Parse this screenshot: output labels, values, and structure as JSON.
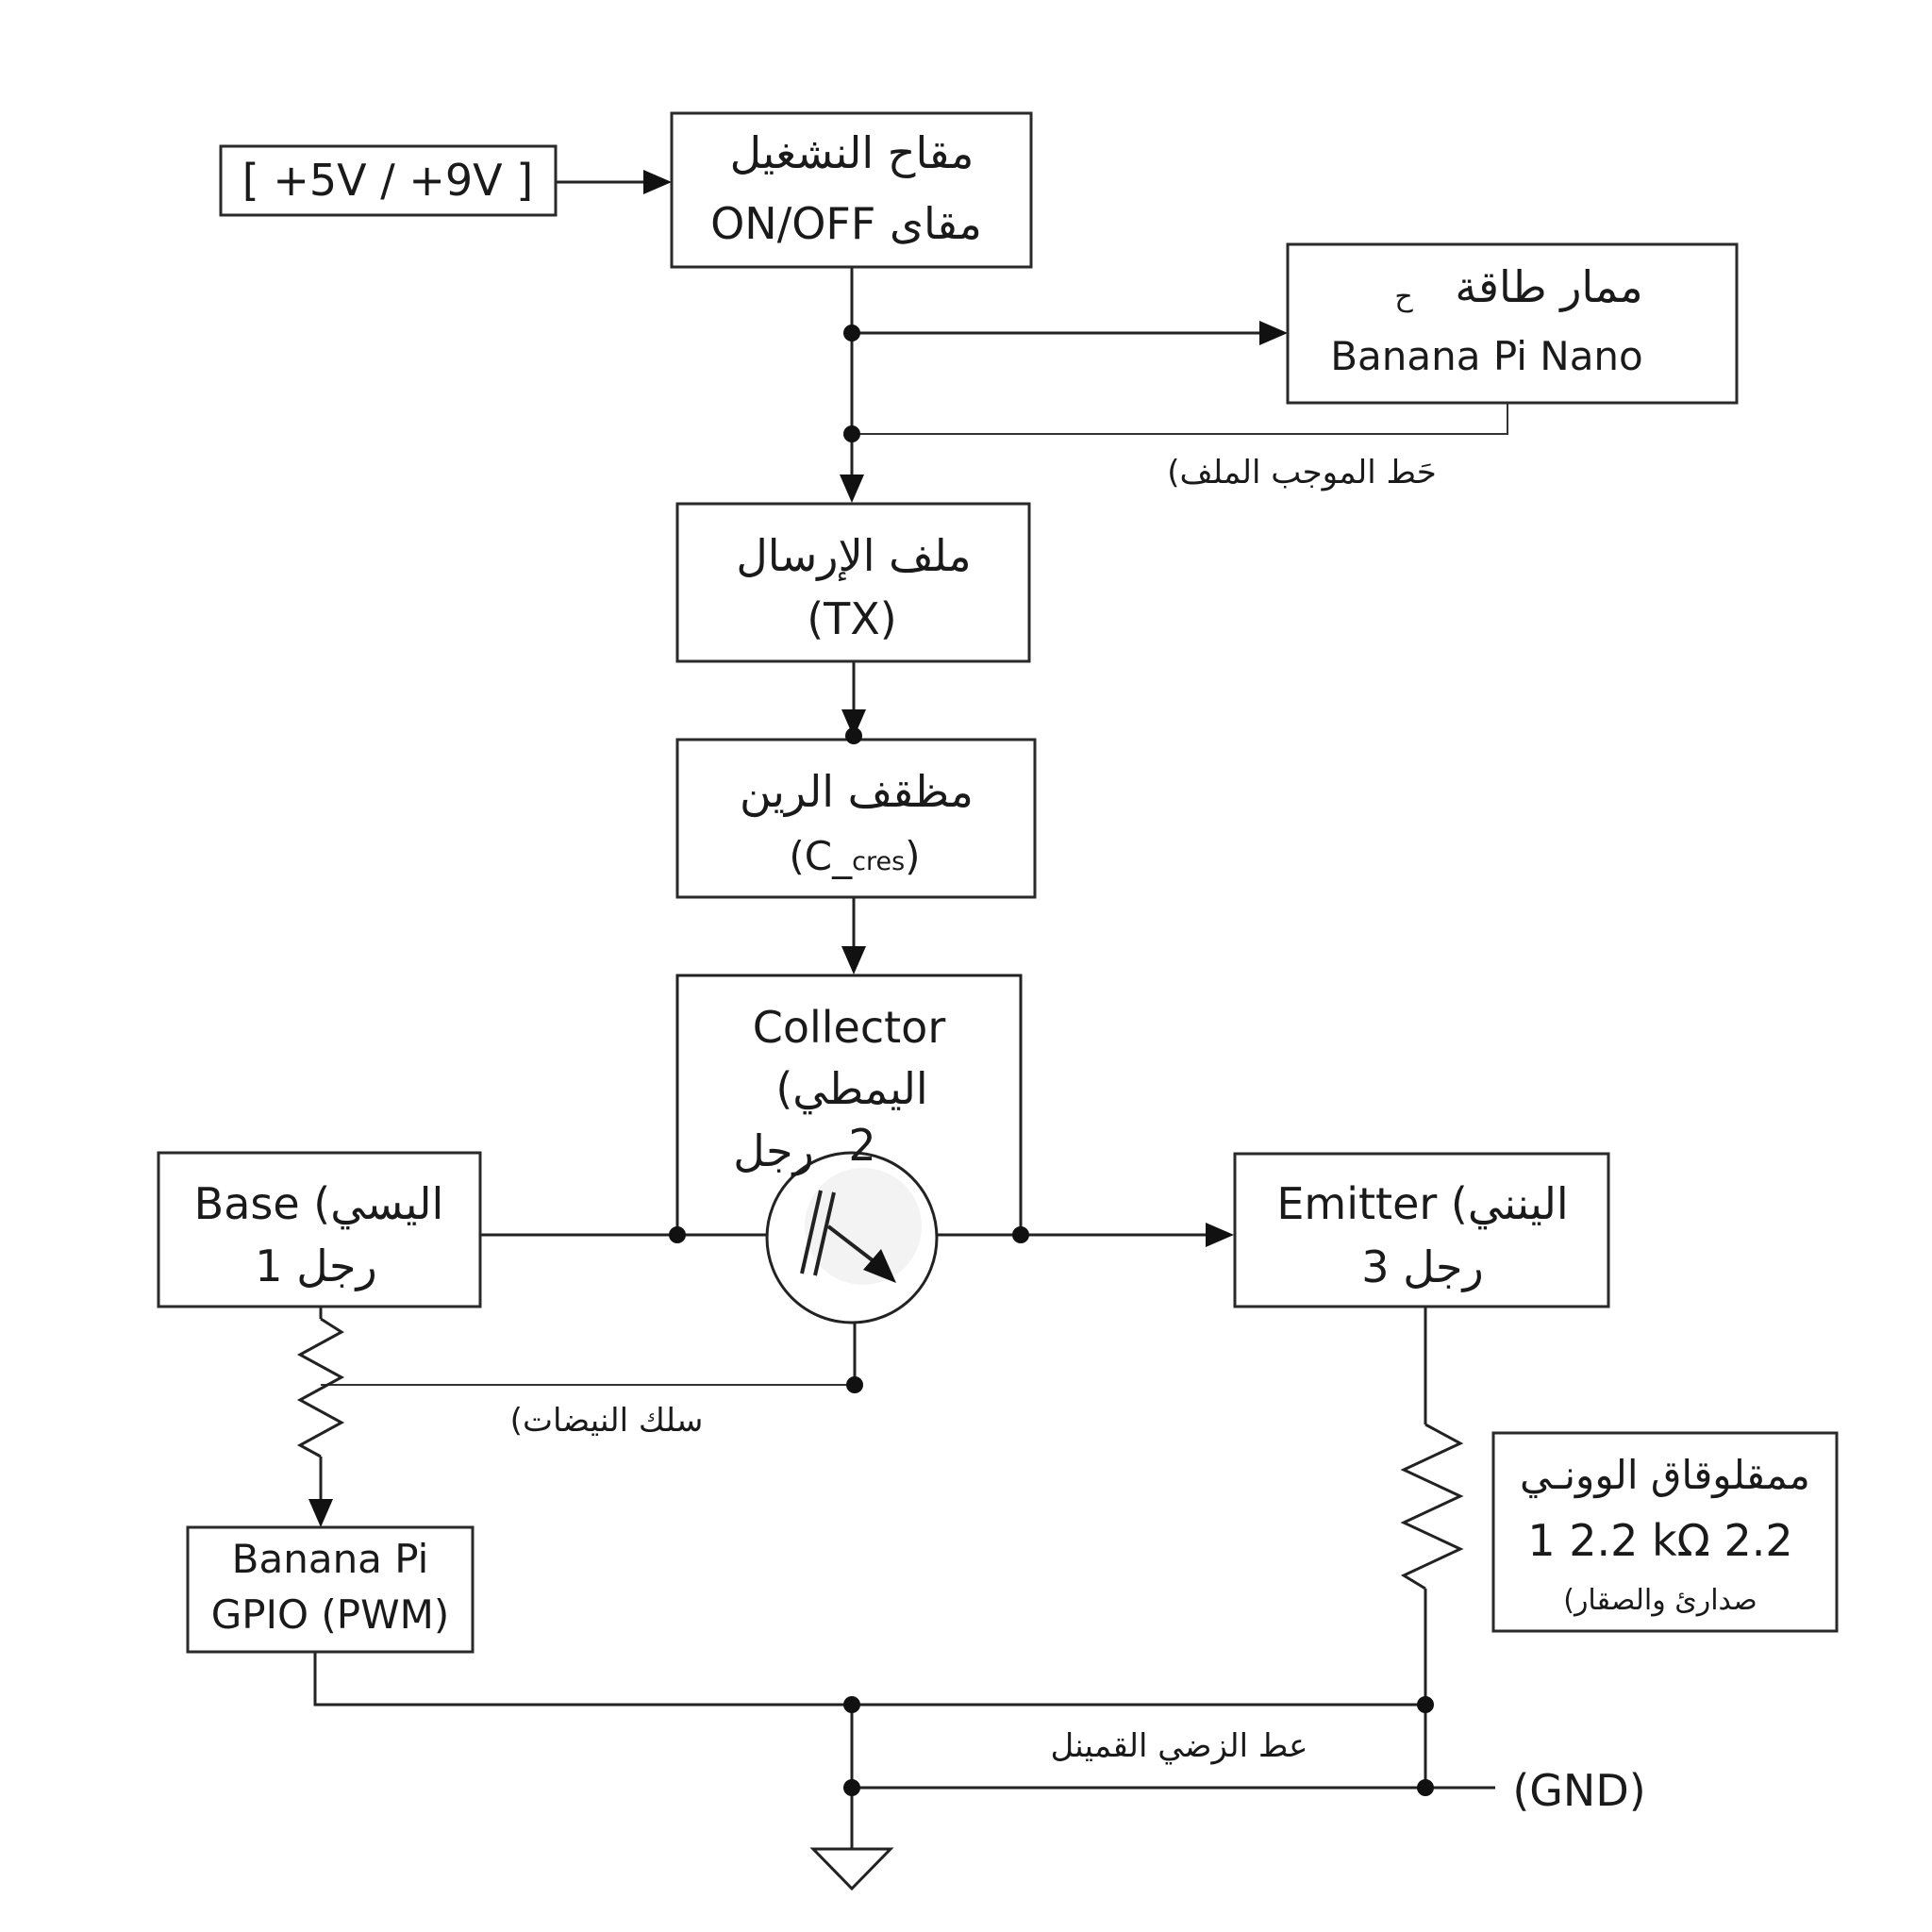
{
  "supply": {
    "label": "[ +5V / +9V ]"
  },
  "switch": {
    "line1": "مقاح النشغيل",
    "line2": "ON/OFF مقاى"
  },
  "power_meter": {
    "line1": "ممار طاقة",
    "line1_mark": "ح",
    "line2": "Banana Pi Nano"
  },
  "feedback_note": "(حَط الموجب الملف",
  "tx_coil": {
    "line1": "ملف الإرسال",
    "line2": "(TX)"
  },
  "capacitor": {
    "line1": "مظقف الرين",
    "line2_open": "(C_",
    "line2_sub": "cres",
    "line2_close": ")"
  },
  "collector": {
    "line1": "Collector",
    "line2": "(اليمطي",
    "pin_num": "2",
    "pin_word": "رجل"
  },
  "base": {
    "line1": "Base (اليسي",
    "line2": "1 رجل"
  },
  "emitter": {
    "line1": "Emitter (الينني",
    "line2": "3 رجل"
  },
  "pulse_note": "(سلك النيضات",
  "gpio": {
    "line1": "Banana Pi",
    "line2": "GPIO (PWM)"
  },
  "resistor_box": {
    "line1": "ممقلوقاق الوونـي",
    "line2": "1 2.2 kΩ 2.2",
    "line3": "(صدارئ والصقار"
  },
  "ground_note": "عط الزضي القمينل",
  "gnd_label": "(GND)"
}
